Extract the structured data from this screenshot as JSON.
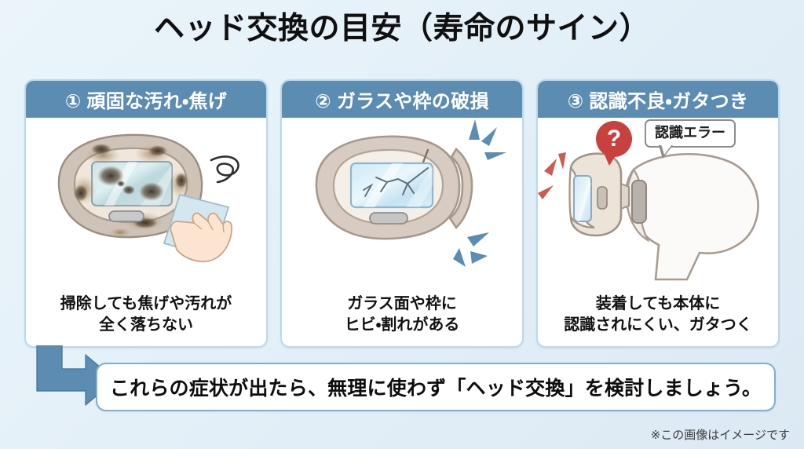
{
  "page": {
    "title": "ヘッド交換の目安（寿命のサイン）",
    "background_color": "#e8f2fa",
    "accent_color": "#5d8cb2",
    "card_border_color": "#bcd9ea",
    "alert_color": "#c8413f"
  },
  "cards": [
    {
      "header": "① 頑固な汚れ・焦げ",
      "caption_line1": "掃除しても焦げや汚れが",
      "caption_line2": "全く落ちない",
      "illustration": "dirty-burnt-head-with-wiping-hand"
    },
    {
      "header": "② ガラスや枠の破損",
      "caption_line1": "ガラス面や枠に",
      "caption_line2": "ヒビ・割れがある",
      "illustration": "cracked-glass-and-broken-frame"
    },
    {
      "header": "③ 認識不良・ガタつき",
      "caption_line1": "装着しても本体に",
      "caption_line2": "認識されにくい、ガタつく",
      "illustration": "detached-head-not-recognized",
      "badge": "?",
      "error_bubble": "認識エラー"
    }
  ],
  "banner": {
    "text": "これらの症状が出たら、無理に使わず「ヘッド交換」を検討しましょう。",
    "arrow": "elbow-arrow-down-right"
  },
  "footnote": "※この画像はイメージです"
}
